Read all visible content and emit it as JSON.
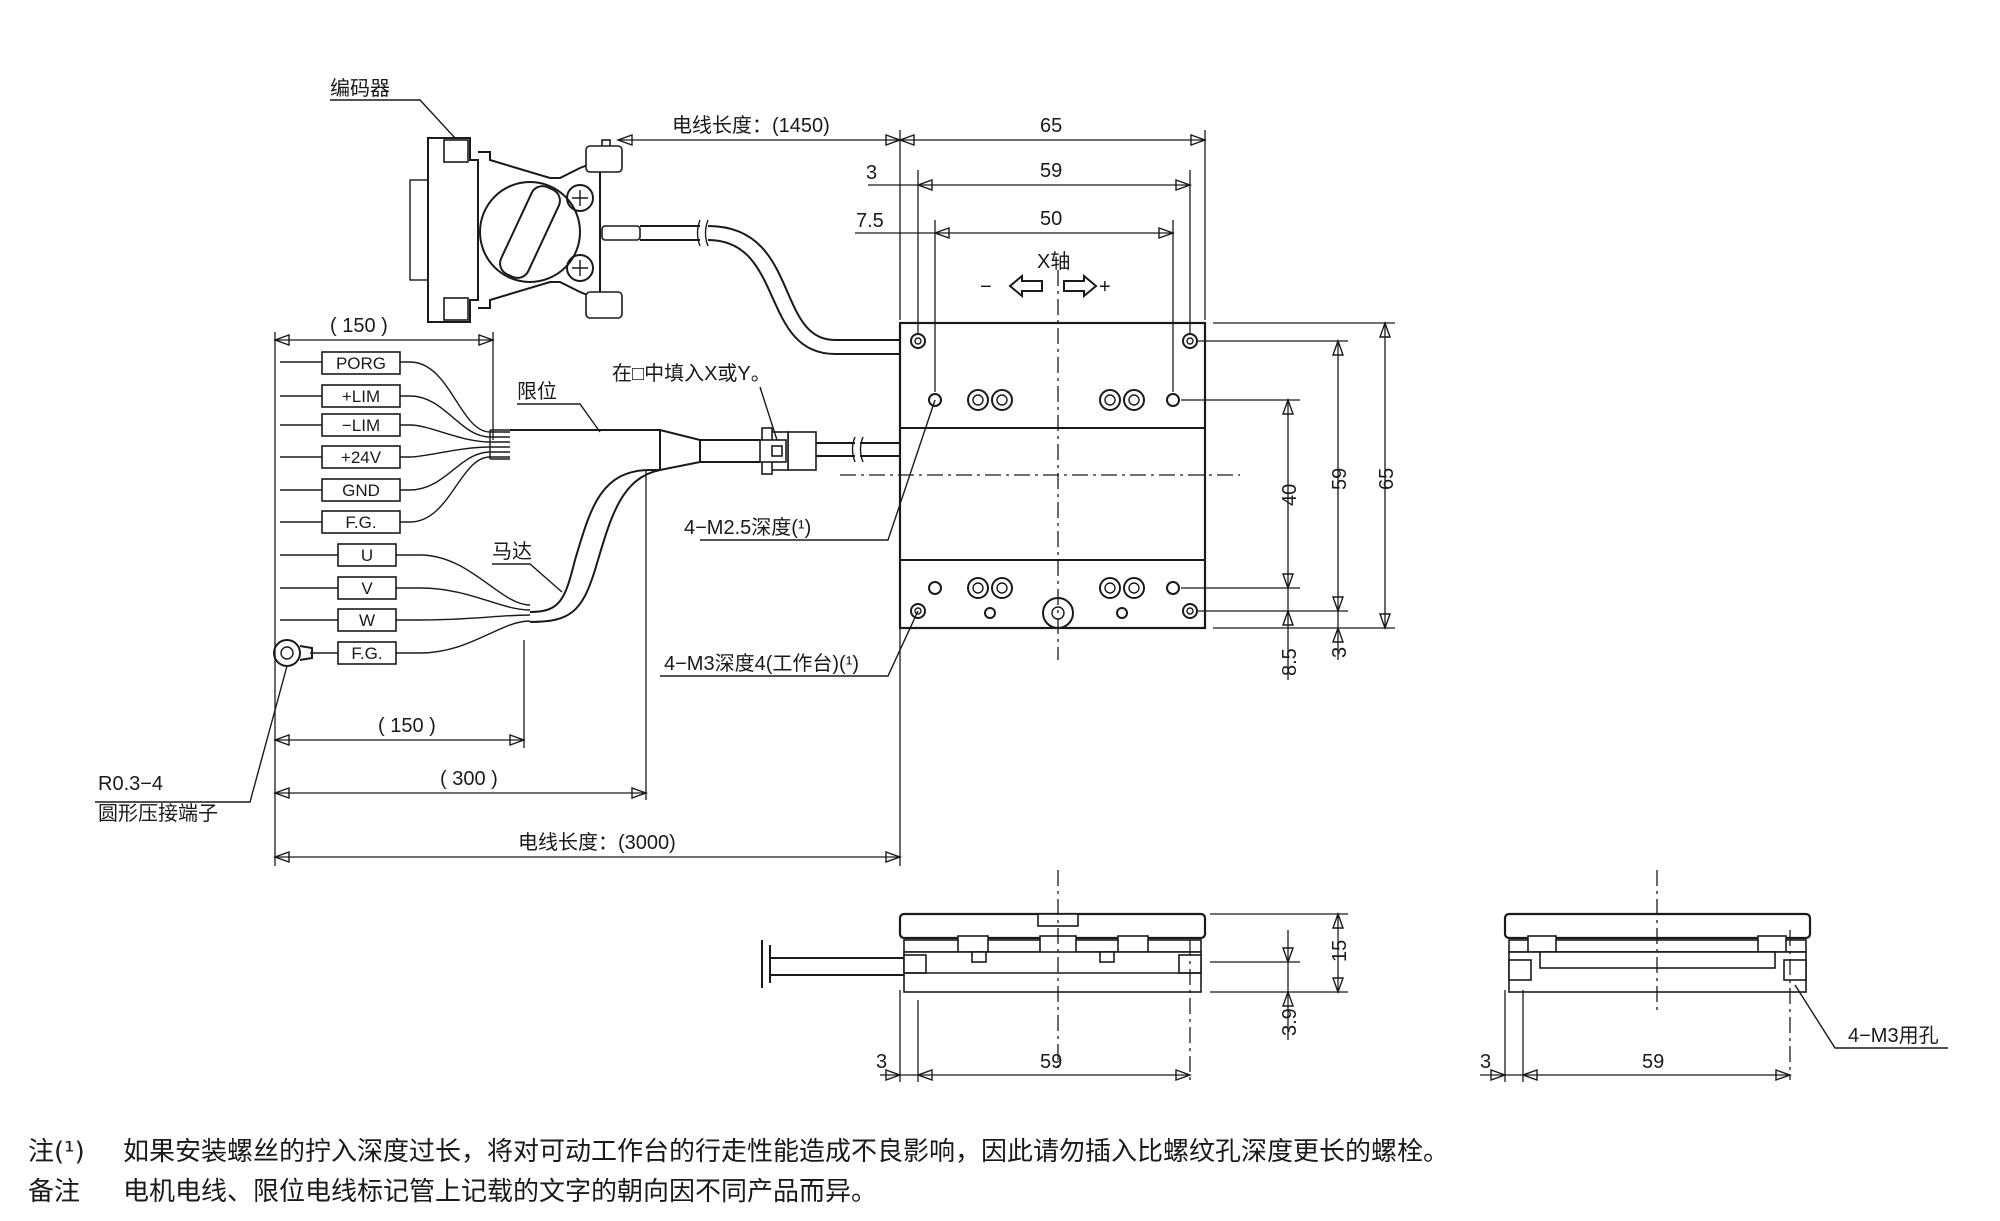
{
  "labels": {
    "encoder": "编码器",
    "cable_len_top": "电线长度：(1450)",
    "dim_65_top": "65",
    "dim_59_top": "59",
    "dim_50": "50",
    "dim_3_top": "3",
    "dim_7_5": "7.5",
    "x_axis": "X轴",
    "minus": "−",
    "plus": "+",
    "dim_150_top": "( 150 )",
    "limit": "限位",
    "fill_note": "在□中填入X或Y。",
    "porg": "PORG",
    "plim": "+LIM",
    "mlim": "−LIM",
    "p24v": "+24V",
    "gnd": "GND",
    "fg1": "F.G.",
    "u": "U",
    "v": "V",
    "w": "W",
    "fg2": "F.G.",
    "motor": "马达",
    "m25": "4−M2.5深度(¹)",
    "m3": "4−M3深度4(工作台)(¹)",
    "dim_40": "40",
    "dim_59_right": "59",
    "dim_65_right": "65",
    "dim_8_5": "8.5",
    "dim_3_right": "3",
    "dim_150_bottom": "( 150 )",
    "dim_300": "( 300 )",
    "cable_len_bottom": "电线长度：(3000)",
    "terminal_r": "R0.3−4",
    "terminal_name": "圆形压接端子",
    "dim_15": "15",
    "dim_3_9": "3.9",
    "dim_3_front": "3",
    "dim_59_front": "59",
    "dim_3_side": "3",
    "dim_59_side": "59",
    "m3_hole": "4−M3用孔"
  },
  "notes": [
    {
      "label": "注(¹)",
      "text": "如果安装螺丝的拧入深度过长，将对可动工作台的行走性能造成不良影响，因此请勿插入比螺纹孔深度更长的螺栓。"
    },
    {
      "label": "备注",
      "text": "电机电线、限位电线标记管上记载的文字的朝向因不同产品而异。"
    }
  ]
}
